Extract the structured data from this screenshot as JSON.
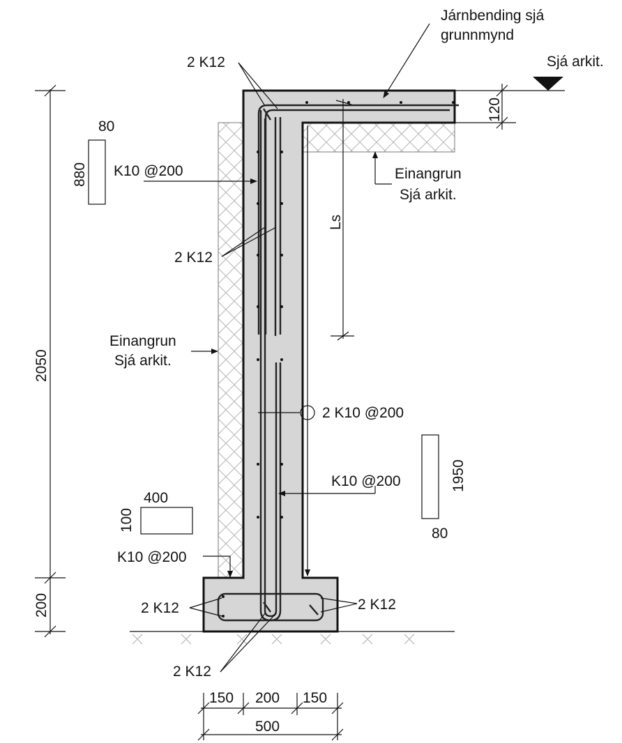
{
  "labels": {
    "top_rebar_note_line1": "Járnbending sjá",
    "top_rebar_note_line2": "grunnmynd",
    "level_ref": "Sjá arkit.",
    "slab_thk": "120",
    "top_bars": "2 K12",
    "shape1_len": "880",
    "shape1_w": "80",
    "outer_vert_bar": "K10 @200",
    "ins_top_line1": "Einangrun",
    "ins_top_line2": "Sjá arkit.",
    "lap_len": "Ls",
    "mid_bars": "2 K12",
    "wall_height": "2050",
    "ins_left_line1": "Einangrun",
    "ins_left_line2": "Sjá arkit.",
    "horiz_bars": "2 K10 @200",
    "inner_vert_bar": "K10 @200",
    "shape2_len": "1950",
    "shape2_w": "80",
    "shape3_len": "400",
    "shape3_w": "100",
    "footing_bar": "K10 @200",
    "footing_left_bars": "2 K12",
    "footing_right_bars": "2 K12",
    "footing_bottom_bars": "2 K12",
    "footing_height": "200",
    "dim_left": "150",
    "dim_mid": "200",
    "dim_right": "150",
    "dim_total": "500"
  },
  "icons": {
    "level": "level-triangle-icon",
    "section": "section-circle-icon"
  }
}
